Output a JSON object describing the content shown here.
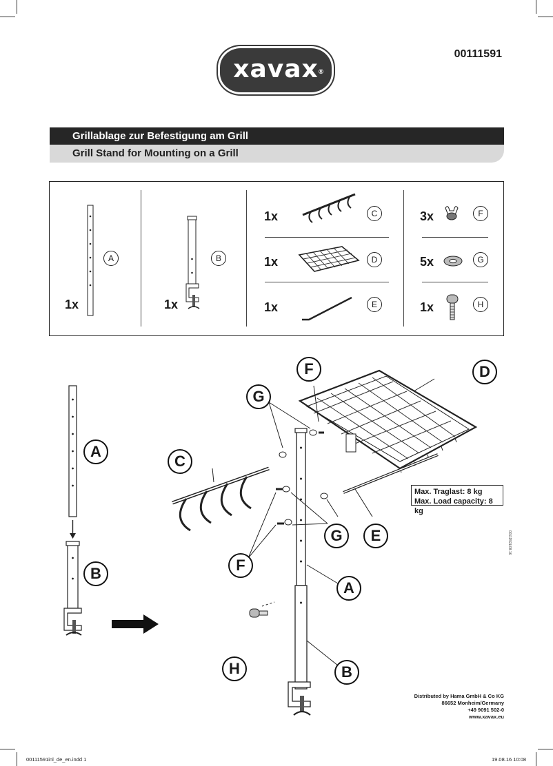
{
  "brand": "xavax",
  "brand_reg": "®",
  "part_number": "00111591",
  "title_de": "Grillablage zur Befestigung am Grill",
  "title_en": "Grill Stand for Mounting on a Grill",
  "parts": {
    "a": {
      "qty": "1x",
      "label": "A"
    },
    "b": {
      "qty": "1x",
      "label": "B"
    },
    "c": {
      "qty": "1x",
      "label": "C"
    },
    "d": {
      "qty": "1x",
      "label": "D"
    },
    "e": {
      "qty": "1x",
      "label": "E"
    },
    "f": {
      "qty": "3x",
      "label": "F"
    },
    "g": {
      "qty": "5x",
      "label": "G"
    },
    "h": {
      "qty": "1x",
      "label": "H"
    }
  },
  "assembly_labels": {
    "a_left": "A",
    "b_left": "B",
    "c": "C",
    "d": "D",
    "e": "E",
    "f_top": "F",
    "f_bottom": "F",
    "g_top": "G",
    "g_mid": "G",
    "a_main": "A",
    "b_main": "B",
    "h": "H"
  },
  "load": {
    "line1": "Max. Traglast: 8 kg",
    "line2": "Max. Load capacity: 8 kg"
  },
  "distributor": {
    "line1": "Distributed by Hama GmbH & Co KG",
    "line2": "86652 Monheim/Germany",
    "line3": "+49 9091 502-0",
    "line4": "www.xavax.eu"
  },
  "side_code": "00111591/08.16",
  "footer": {
    "file": "00111591inl_de_en.indd   1",
    "date": "19.08.16   10:08"
  }
}
